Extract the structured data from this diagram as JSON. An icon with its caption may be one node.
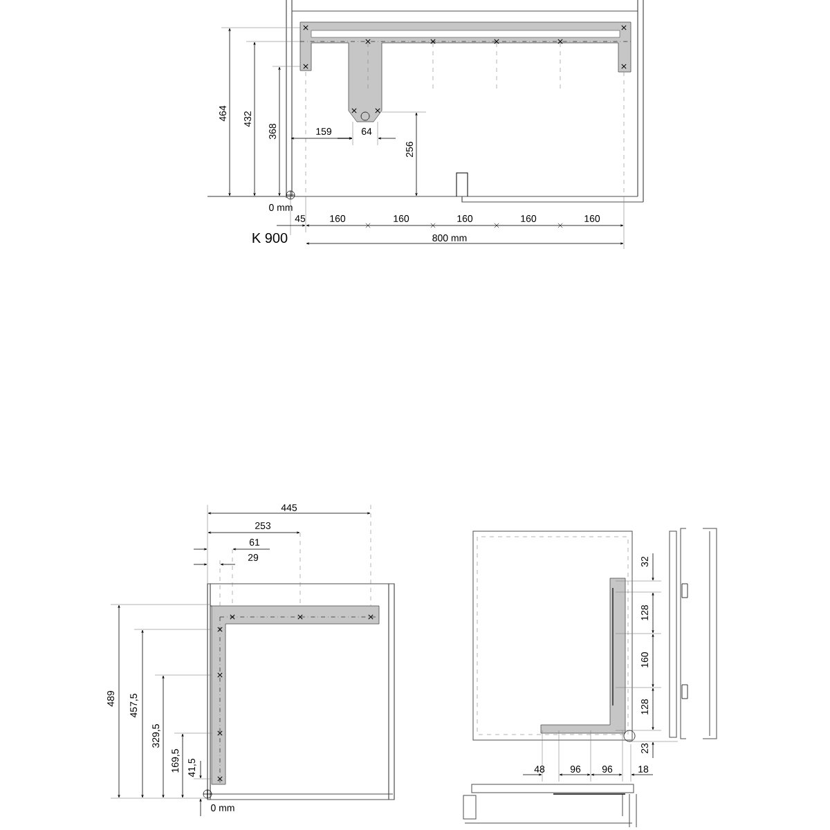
{
  "diagram": {
    "labels": [
      "464",
      "432",
      "368",
      "159",
      "64",
      "256",
      "0 mm",
      "45",
      "160",
      "160",
      "160",
      "160",
      "160",
      "K 900",
      "800 mm",
      "445",
      "253",
      "61",
      "29",
      "489",
      "457,5",
      "329,5",
      "169,5",
      "41,5",
      "0 mm",
      "32",
      "128",
      "160",
      "128",
      "23",
      "48",
      "96",
      "96",
      "18"
    ]
  }
}
